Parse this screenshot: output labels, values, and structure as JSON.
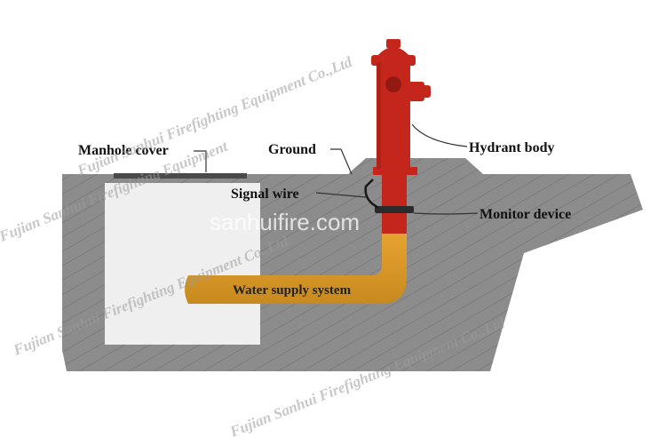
{
  "labels": {
    "manhole_cover": "Manhole cover",
    "ground": "Ground",
    "hydrant_body": "Hydrant body",
    "signal_wire": "Signal wire",
    "monitor_device": "Monitor device",
    "water_supply_system": "Water supply system"
  },
  "watermarks": {
    "company_line_1": "Fujian Sanhui Firefighting Equipment Co.,Ltd",
    "company_line_2": "Fujian Sanhui Firefighting Equipment",
    "company_line_3": "Fujian Sanhui Firefighting Equipment Co.,Ltd",
    "company_line_4": "Fujian Sanhui Firefighting Equipment Co.,Ltd",
    "site": "sanhuifire.com"
  },
  "colors": {
    "ground": "#8c8c8c",
    "hatch": "#737373",
    "manhole_pit": "#efefef",
    "manhole_cover": "#4a4a4a",
    "hydrant_red": "#c4261c",
    "hydrant_dark": "#931a12",
    "pipe_orange": "#e7a431",
    "pipe_dark": "#c88a1e",
    "leader": "#333333"
  }
}
